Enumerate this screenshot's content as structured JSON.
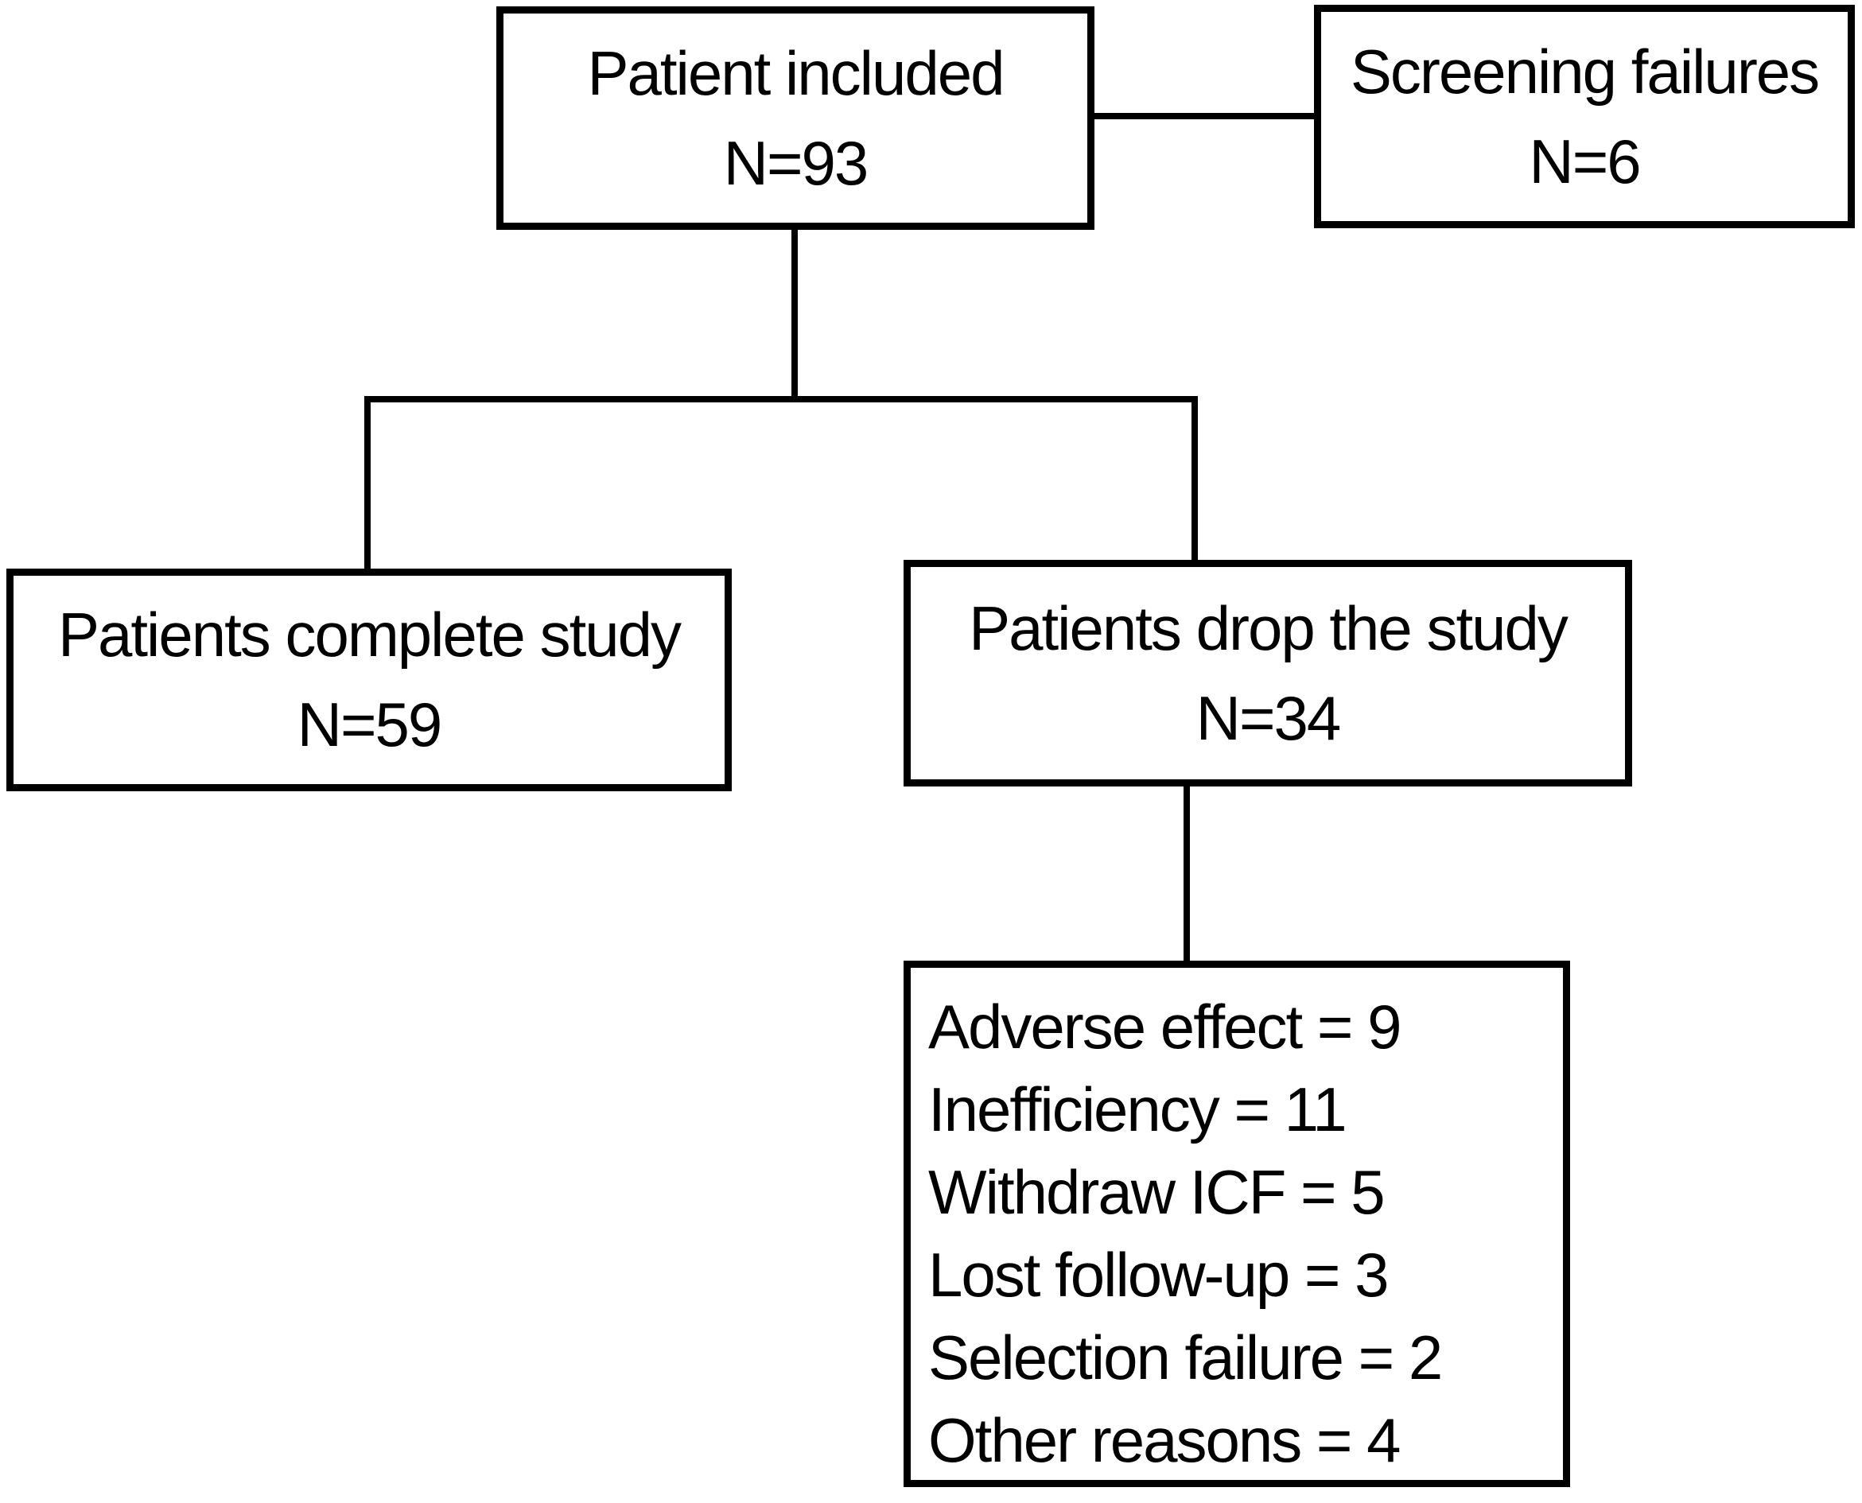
{
  "diagram": {
    "type": "flowchart",
    "background_color": "#ffffff",
    "line_color": "#000000",
    "text_color": "#000000",
    "nodes": {
      "included": {
        "label": "Patient included",
        "count": "N=93"
      },
      "screening": {
        "label": "Screening failures",
        "count": "N=6"
      },
      "complete": {
        "label": "Patients complete study",
        "count": "N=59"
      },
      "drop": {
        "label": "Patients drop the study",
        "count": "N=34"
      },
      "reasons": {
        "lines": [
          "Adverse effect = 9",
          "Inefficiency = 11",
          "Withdraw ICF = 5",
          "Lost follow-up = 3",
          "Selection failure = 2",
          "Other reasons = 4"
        ]
      }
    },
    "edges": [
      {
        "from": "included",
        "to": "screening"
      },
      {
        "from": "included",
        "to": "complete"
      },
      {
        "from": "included",
        "to": "drop"
      },
      {
        "from": "drop",
        "to": "reasons"
      }
    ]
  }
}
